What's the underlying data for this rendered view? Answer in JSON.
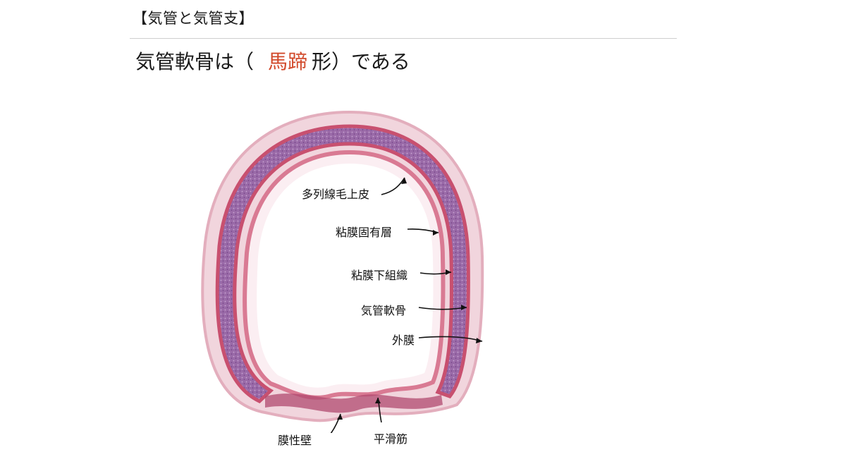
{
  "header": {
    "section_title": "【気管と気管支】",
    "question_prefix": "気管軟骨は（",
    "question_answer": "馬蹄",
    "question_suffix": "形）である"
  },
  "colors": {
    "answer": "#d24a2b",
    "tissue_outer": "#c8506f",
    "tissue_cartilage": "#8a5a9c",
    "tissue_mucosa": "#d97a93"
  },
  "figure": {
    "labels": [
      {
        "key": "epithelium",
        "text": "多列線毛上皮"
      },
      {
        "key": "lamina_propria",
        "text": "粘膜固有層"
      },
      {
        "key": "submucosa",
        "text": "粘膜下組織"
      },
      {
        "key": "cartilage",
        "text": "気管軟骨"
      },
      {
        "key": "adventitia",
        "text": "外膜"
      },
      {
        "key": "membranous_wall",
        "text": "膜性壁"
      },
      {
        "key": "smooth_muscle",
        "text": "平滑筋"
      }
    ]
  }
}
